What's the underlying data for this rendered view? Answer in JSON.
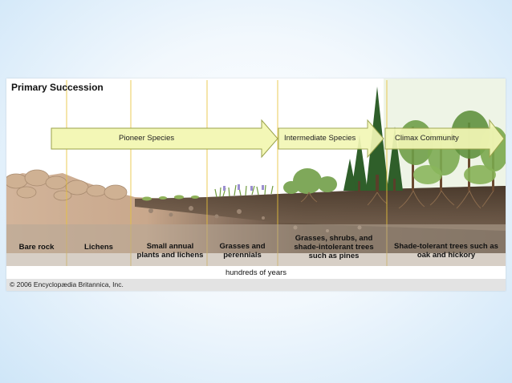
{
  "title": "Primary Succession",
  "phases": [
    {
      "label": "Pioneer Species"
    },
    {
      "label": "Intermediate Species"
    },
    {
      "label": "Climax Community"
    }
  ],
  "stages": [
    {
      "label": "Bare rock"
    },
    {
      "label": "Lichens"
    },
    {
      "label": "Small annual plants and lichens"
    },
    {
      "label": "Grasses and perennials"
    },
    {
      "label": "Grasses, shrubs, and shade-intolerant trees such as pines"
    },
    {
      "label": "Shade-tolerant trees such as oak and hickory"
    }
  ],
  "time_axis": {
    "label": "hundreds of years"
  },
  "credit": "© 2006 Encyclopædia Britannica, Inc.",
  "colors": {
    "arrow_fill": "#f3f7b6",
    "arrow_stroke": "#9aa24a",
    "soil": "#5c4a3a",
    "rock": "#c8ab8f",
    "grass": "#7aa347",
    "tree": "#2f6b2c"
  }
}
